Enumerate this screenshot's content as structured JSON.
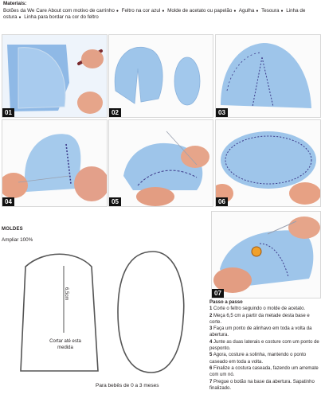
{
  "materials": {
    "title": "Materiais:",
    "items": [
      "Botões da We Care About com motivo de carrinho",
      "Feltro na cor azul",
      "Molde de acetato ou papelão",
      "Agulha",
      "Tesoura",
      "Linha de ostura",
      "Linha para bordar na cor do feltro"
    ]
  },
  "photos": [
    {
      "number": "01"
    },
    {
      "number": "02"
    },
    {
      "number": "03"
    },
    {
      "number": "04"
    },
    {
      "number": "05"
    },
    {
      "number": "06"
    },
    {
      "number": "07"
    }
  ],
  "moldes": {
    "title": "MOLDES",
    "subtitle": "Ampliar 100%",
    "measure_label": "6,5cm",
    "cut_label": "Cortar até esta medida",
    "caption": "Para bebês de 0 a 3 meses"
  },
  "steps": {
    "title": "Passo a passo",
    "items": [
      {
        "n": "1",
        "text": "Corte o feltro seguindo o molde de acetato."
      },
      {
        "n": "2",
        "text": "Meça 6,5 cm a partir da metade desta base e corte."
      },
      {
        "n": "3",
        "text": "Faça um ponto de alinhavo em toda a volta da abertura."
      },
      {
        "n": "4",
        "text": "Junte as duas laterais e costure com um ponto de pesponto."
      },
      {
        "n": "5",
        "text": "Agora, costure a solinha, mantendo o ponto caseado em toda a volta."
      },
      {
        "n": "6",
        "text": "Finalize a costura caseada, fazendo um arremate com um nó."
      },
      {
        "n": "7",
        "text": "Pregue o botão na base da abertura. Sapatinho finalizado."
      }
    ]
  },
  "colors": {
    "felt": "#9ec5ea",
    "skin": "#e7a184",
    "thread": "#3d3a8a",
    "outline": "#555555"
  }
}
